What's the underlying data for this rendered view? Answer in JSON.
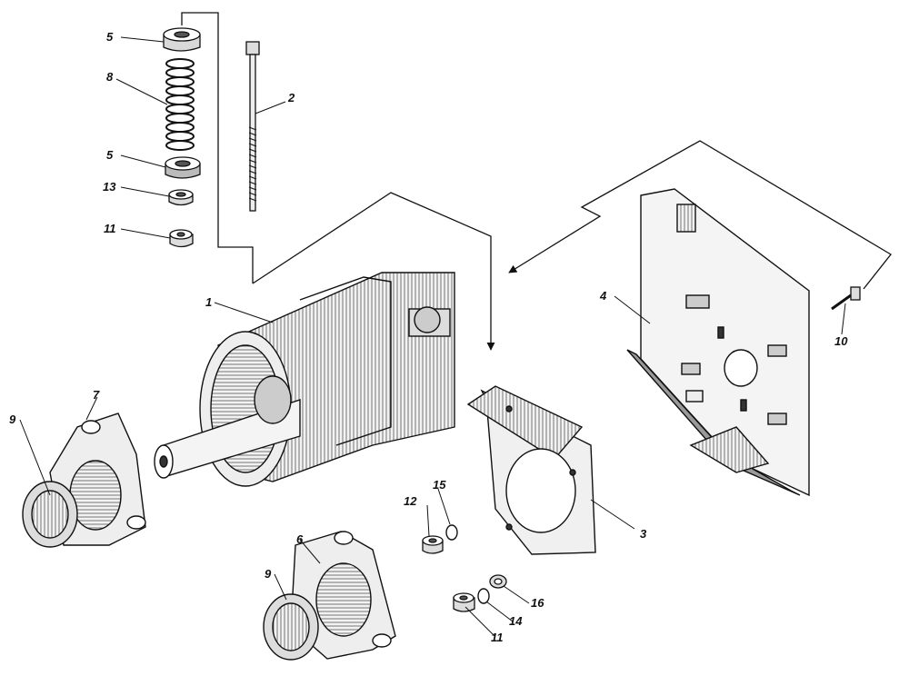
{
  "diagram": {
    "labels": [
      "1",
      "2",
      "3",
      "4",
      "5",
      "5",
      "6",
      "7",
      "8",
      "9",
      "9",
      "10",
      "11",
      "11",
      "12",
      "13",
      "14",
      "15",
      "16"
    ],
    "colors": {
      "ink": "#111111",
      "paper": "#ffffff",
      "shade": "#9a9a9a",
      "light": "#d9d9d9"
    }
  }
}
